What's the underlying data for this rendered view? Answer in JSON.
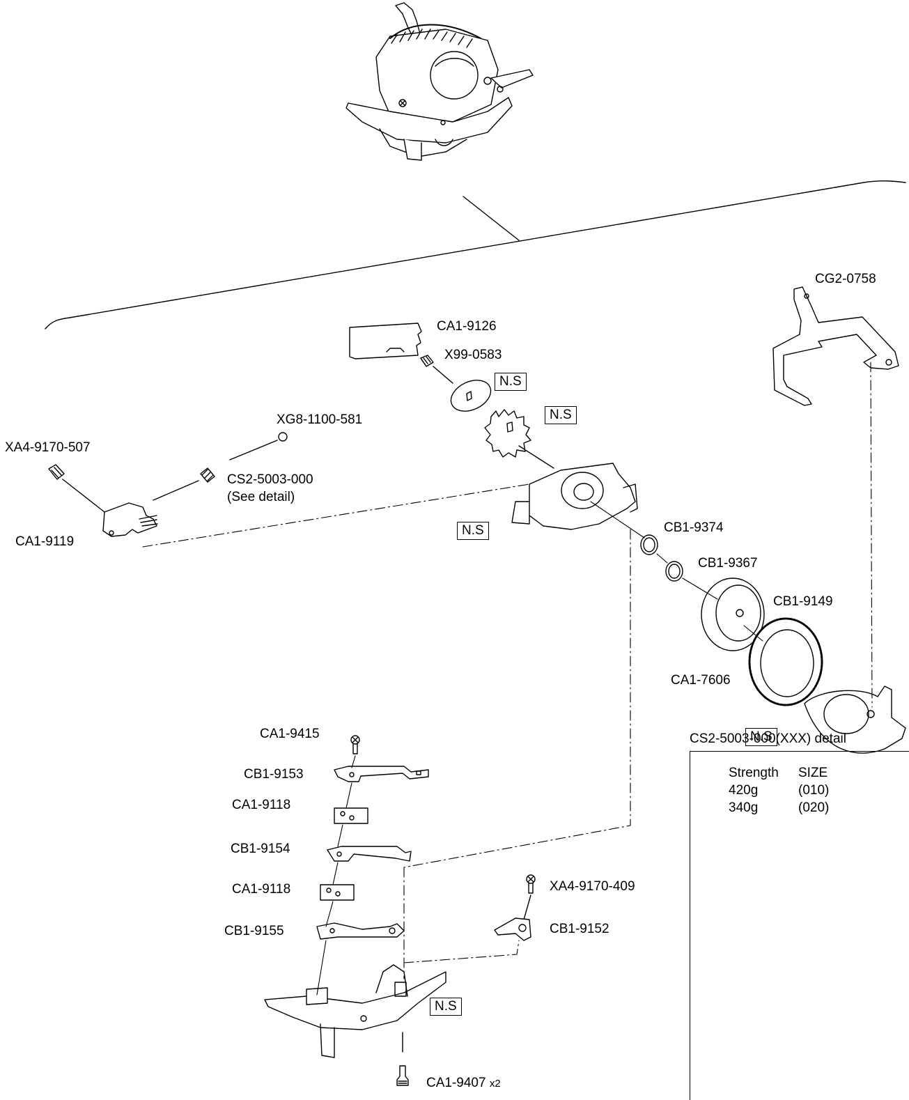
{
  "labels": {
    "cg2_0758": "CG2-0758",
    "ca1_9126": "CA1-9126",
    "x99_0583": "X99-0583",
    "xg8_1100_581": "XG8-1100-581",
    "xa4_9170_507": "XA4-9170-507",
    "cs2_5003_000": "CS2-5003-000",
    "see_detail": "(See  detail)",
    "ca1_9119": "CA1-9119",
    "cb1_9374": "CB1-9374",
    "cb1_9367": "CB1-9367",
    "cb1_9149": "CB1-9149",
    "ca1_7606": "CA1-7606",
    "ca1_9415": "CA1-9415",
    "cb1_9153": "CB1-9153",
    "ca1_9118_a": "CA1-9118",
    "cb1_9154": "CB1-9154",
    "ca1_9118_b": "CA1-9118",
    "cb1_9155": "CB1-9155",
    "xa4_9170_409": "XA4-9170-409",
    "cb1_9152": "CB1-9152",
    "ca1_9407": "CA1-9407",
    "ca1_9407_qty": "x2"
  },
  "ns_boxes": [
    "N.S",
    "N.S",
    "N.S",
    "N.S",
    "N.S"
  ],
  "detail": {
    "title": "CS2-5003-000(XXX)  detail",
    "headers": [
      "Strength",
      "SIZE"
    ],
    "rows": [
      [
        "420g",
        "(010)"
      ],
      [
        "340g",
        "(020)"
      ]
    ]
  }
}
